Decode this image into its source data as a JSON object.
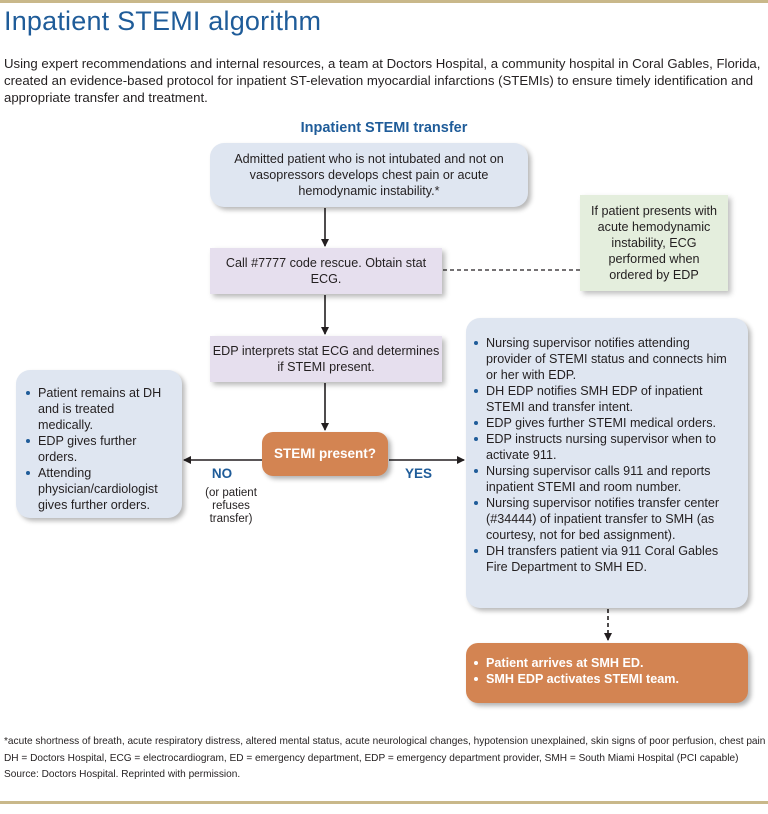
{
  "header": {
    "title": "Inpatient STEMI algorithm",
    "intro": "Using expert recommendations and internal resources, a team at Doctors Hospital, a community hospital in Coral Gables, Florida, created an evidence-based protocol for inpatient ST-elevation myocardial infarctions (STEMIs) to ensure timely identification and appropriate transfer and treatment."
  },
  "flowchart": {
    "title": "Inpatient STEMI transfer",
    "admitted": "Admitted patient who is not intubated and not on vasopressors develops chest pain or acute hemodynamic instability.*",
    "call": "Call #7777 code rescue. Obtain stat ECG.",
    "edp_interprets": "EDP interprets stat ECG and determines if STEMI present.",
    "hemodynamic_note": "If patient presents with acute hemodynamic instability, ECG performed when ordered by EDP",
    "decision": "STEMI present?",
    "no_label": "NO",
    "no_note": "(or patient refuses transfer)",
    "yes_label": "YES",
    "no_items": [
      "Patient remains at DH and is treated medically.",
      "EDP gives further orders.",
      "Attending physician/cardiologist gives further orders."
    ],
    "yes_items": [
      "Nursing supervisor notifies attending provider of STEMI status and connects him or her with EDP.",
      "DH EDP notifies SMH EDP of inpatient STEMI and transfer intent.",
      "EDP gives further STEMI medical orders.",
      "EDP instructs nursing supervisor when to activate 911.",
      "Nursing supervisor calls 911 and reports inpatient STEMI and room number.",
      "Nursing supervisor notifies transfer center (#34444) of inpatient transfer to SMH (as courtesy, not for bed assignment).",
      "DH transfers patient via 911 Coral Gables Fire Department to SMH ED."
    ],
    "arrival_items": [
      "Patient arrives at SMH ED.",
      "SMH EDP activates STEMI team."
    ]
  },
  "footnotes": {
    "asterisk": "*acute shortness of breath, acute respiratory distress, altered mental status, acute neurological changes, hypotension unexplained, skin signs of poor perfusion, chest pain",
    "abbreviations": "DH = Doctors Hospital, ECG = electrocardiogram, ED = emergency department, EDP = emergency department provider, SMH = South Miami Hospital (PCI capable)",
    "source": "Source: Doctors Hospital. Reprinted with permission."
  },
  "colors": {
    "accent_blue": "#1f5c99",
    "box_blue": "#dfe6f1",
    "box_purple": "#e6dfee",
    "box_green": "#e4eedd",
    "decision_orange": "#d38452",
    "rule_gold": "#c9b88a"
  }
}
